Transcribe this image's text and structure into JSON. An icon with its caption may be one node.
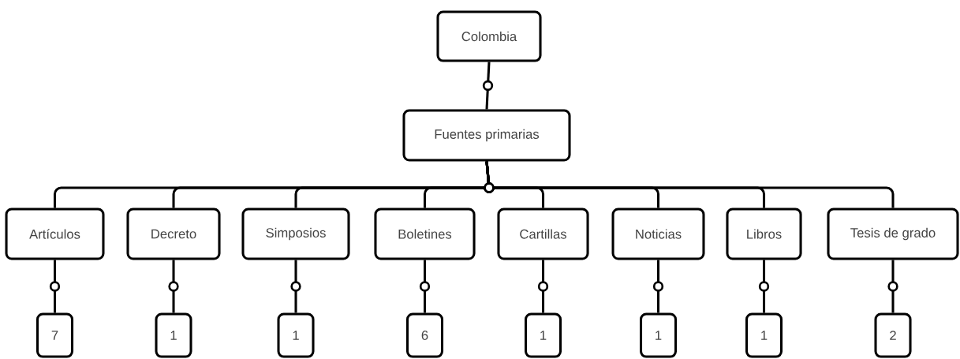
{
  "diagram": {
    "nodes": [
      {
        "text": [
          "Colombia"
        ]
      },
      {
        "text": [
          "Fuentes primarias"
        ]
      },
      {
        "text": [
          "Artículos"
        ]
      },
      {
        "text": [
          "Decreto"
        ]
      },
      {
        "text": [
          "Simposios"
        ]
      },
      {
        "text": [
          "Boletines"
        ]
      },
      {
        "text": [
          "Cartillas"
        ]
      },
      {
        "text": [
          "Noticias"
        ]
      },
      {
        "text": [
          "Libros"
        ]
      },
      {
        "text": [
          "Tesis de grado"
        ]
      },
      {
        "text": [
          "7"
        ]
      },
      {
        "text": [
          "1"
        ]
      },
      {
        "text": [
          "1"
        ]
      },
      {
        "text": [
          "6"
        ]
      },
      {
        "text": [
          "1"
        ]
      },
      {
        "text": [
          "1"
        ]
      },
      {
        "text": [
          "1"
        ]
      },
      {
        "text": [
          "2"
        ]
      }
    ],
    "edges": [
      {
        "from": 0,
        "to": 1,
        "arrow": "none"
      },
      {
        "from": 1,
        "to": 2,
        "arrow": "none"
      },
      {
        "from": 1,
        "to": 3,
        "arrow": "none"
      },
      {
        "from": 1,
        "to": 4,
        "arrow": "none"
      },
      {
        "from": 1,
        "to": 5,
        "arrow": "none"
      },
      {
        "from": 1,
        "to": 6,
        "arrow": "none"
      },
      {
        "from": 1,
        "to": 7,
        "arrow": "none"
      },
      {
        "from": 1,
        "to": 8,
        "arrow": "none"
      },
      {
        "from": 1,
        "to": 9,
        "arrow": "none"
      },
      {
        "from": 2,
        "to": 10,
        "arrow": "none"
      },
      {
        "from": 3,
        "to": 11,
        "arrow": "none"
      },
      {
        "from": 4,
        "to": 12,
        "arrow": "none"
      },
      {
        "from": 5,
        "to": 13,
        "arrow": "none"
      },
      {
        "from": 6,
        "to": 14,
        "arrow": "none"
      },
      {
        "from": 7,
        "to": 15,
        "arrow": "none"
      },
      {
        "from": 8,
        "to": 16,
        "arrow": "none"
      },
      {
        "from": 9,
        "to": 17,
        "arrow": "none"
      }
    ]
  }
}
